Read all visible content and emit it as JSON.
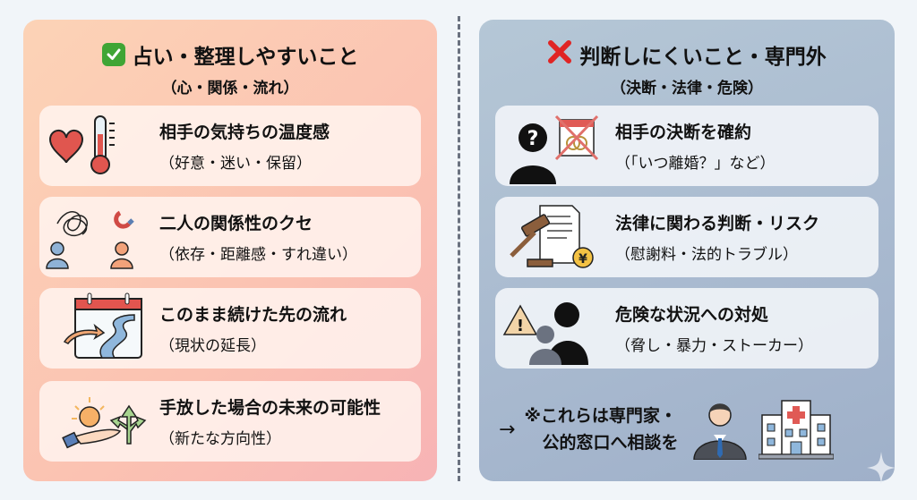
{
  "left_panel": {
    "title": "占い・整理しやすいこと",
    "subtitle": "（心・関係・流れ）",
    "icon": "check-box-icon",
    "color": "#fbc9b4",
    "items": [
      {
        "title": "相手の気持ちの温度感",
        "detail": "（好意・迷い・保留）",
        "icon": "heart-thermometer-icon"
      },
      {
        "title": "二人の関係性のクセ",
        "detail": "（依存・距離感・すれ違い）",
        "icon": "tangled-people-magnet-icon"
      },
      {
        "title": "このまま続けた先の流れ",
        "detail": "（現状の延長）",
        "icon": "calendar-river-arrow-icon"
      },
      {
        "title": "手放した場合の未来の可能性",
        "detail": "（新たな方向性）",
        "icon": "hand-sun-branching-arrows-icon"
      }
    ]
  },
  "right_panel": {
    "title": "判断しにくいこと・専門外",
    "subtitle": "（決断・法律・危険）",
    "icon": "cross-mark-icon",
    "color": "#aebfd3",
    "items": [
      {
        "title": "相手の決断を確約",
        "detail": "（「いつ離婚？」など）",
        "icon": "question-silhouette-crossed-calendar-icon"
      },
      {
        "title": "法律に関わる判断・リスク",
        "detail": "（慰謝料・法的トラブル）",
        "icon": "gavel-document-yen-icon"
      },
      {
        "title": "危険な状況への対処",
        "detail": "（脅し・暴力・ストーカー）",
        "icon": "warning-threat-figure-icon"
      }
    ],
    "footer": {
      "arrow": "→",
      "line1": "※これらは専門家・",
      "line2": "公的窓口へ相談を",
      "icons": [
        "professional-person-icon",
        "hospital-icon"
      ]
    }
  }
}
